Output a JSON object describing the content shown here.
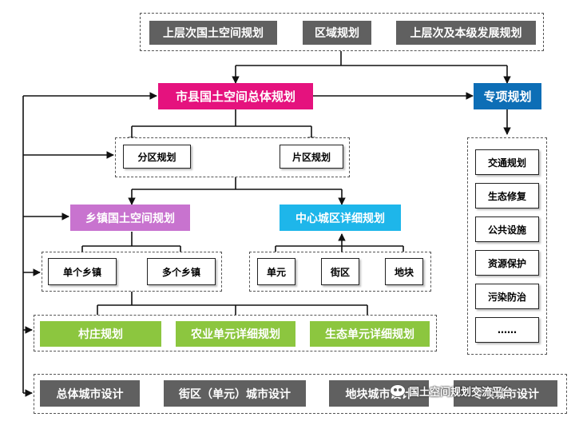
{
  "top": {
    "upper_plan": "上层次国土空间规划",
    "regional_plan": "区域规划",
    "upper_dev_plan": "上层次及本级发展规划"
  },
  "main": {
    "master_plan": "市县国土空间总体规划",
    "special_plan": "专项规划"
  },
  "district": {
    "zoning_plan": "分区规划",
    "area_plan": "片区规划"
  },
  "level3": {
    "township_plan": "乡镇国土空间规划",
    "central_detail_plan": "中心城区详细规划"
  },
  "township": {
    "single": "单个乡镇",
    "multi": "多个乡镇"
  },
  "central": {
    "unit": "单元",
    "street": "街区",
    "plot": "地块"
  },
  "village": {
    "village_plan": "村庄规划",
    "agri_unit_plan": "农业单元详细规划",
    "eco_unit_plan": "生态单元详细规划"
  },
  "special_items": [
    "交通规划",
    "生态修复",
    "公共设施",
    "资源保护",
    "污染防治",
    "……"
  ],
  "urban_design": {
    "overall": "总体城市设计",
    "street_unit": "街区（单元）城市设计",
    "plot": "地块城市设计",
    "special": "专项城市设计"
  },
  "watermark": "国土空间规划交流平台",
  "colors": {
    "dark": "#606060",
    "magenta": "#e5127e",
    "blue": "#0d6eb6",
    "violet": "#c873cf",
    "cyan": "#1eb6ea",
    "green": "#8cc63f"
  }
}
